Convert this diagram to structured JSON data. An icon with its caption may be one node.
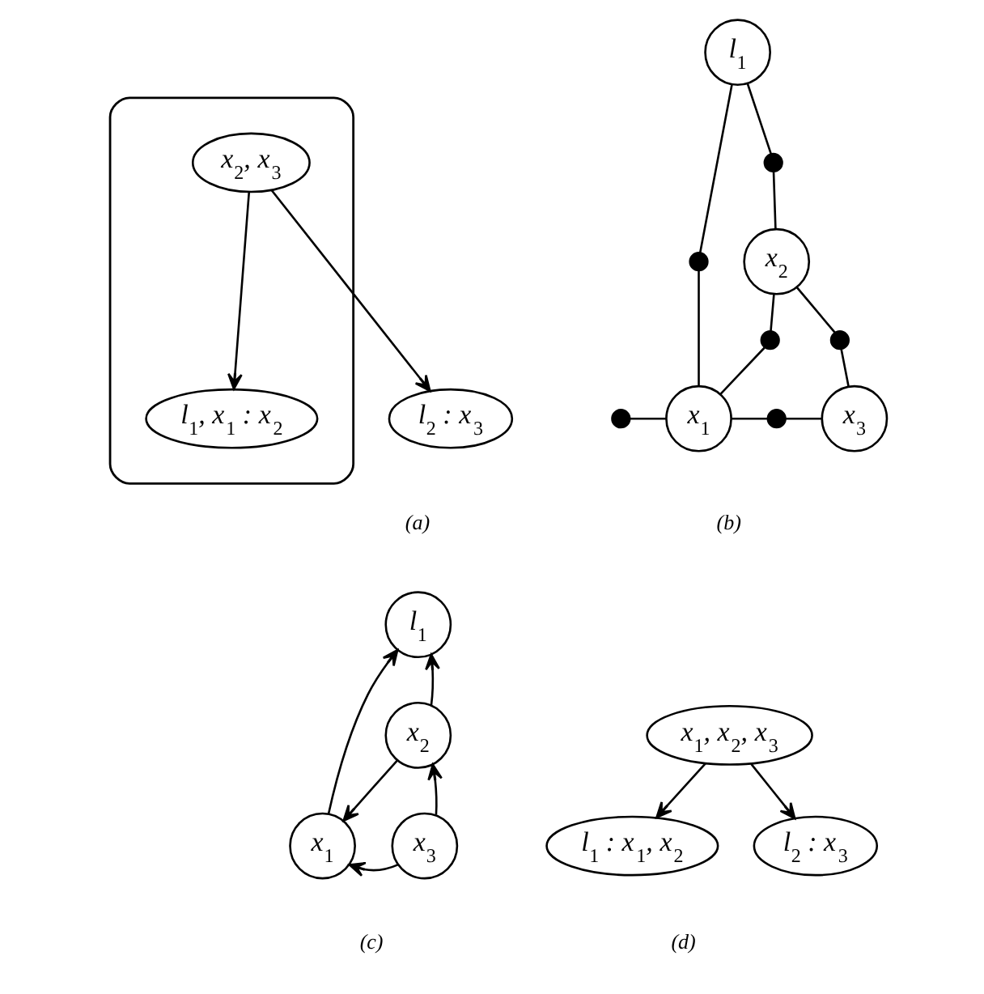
{
  "diagram": {
    "nodes": [
      {
        "text": [],
        "shape": "ellipse"
      },
      {
        "text": [
          "x$_{2}$, x$_{3}$"
        ],
        "in": 0
      },
      {
        "text": [
          "l$_{1}$, x$_{1}$ : x$_{2}$"
        ],
        "in": 0
      },
      {
        "text": [
          "l$_{2}$ : x$_{3}$"
        ]
      },
      {
        "text": [
          "l$_{1}$"
        ]
      },
      {
        "text": [
          "x$_{2}$"
        ]
      },
      {
        "text": [
          "x$_{1}$"
        ]
      },
      {
        "text": [
          "x$_{3}$"
        ]
      },
      {
        "text": [],
        "shape": "dot"
      },
      {
        "text": [],
        "shape": "dot"
      },
      {
        "text": [],
        "shape": "dot"
      },
      {
        "text": [],
        "shape": "dot"
      },
      {
        "text": [],
        "shape": "dot"
      },
      {
        "text": [],
        "shape": "dot"
      },
      {
        "text": [
          "l$_{1}$"
        ]
      },
      {
        "text": [
          "x$_{2}$"
        ]
      },
      {
        "text": [
          "x$_{1}$"
        ]
      },
      {
        "text": [
          "x$_{3}$"
        ]
      },
      {
        "text": [
          "x$_{1}$, x$_{2}$, x$_{3}$"
        ]
      },
      {
        "text": [
          "l$_{1}$ : x$_{1}$, x$_{2}$"
        ]
      },
      {
        "text": [
          "l$_{2}$ : x$_{3}$"
        ]
      }
    ],
    "edges": [
      {
        "from": 1,
        "to": 2,
        "arrow": "to"
      },
      {
        "from": 1,
        "to": 3,
        "arrow": "to"
      },
      {
        "from": 4,
        "to": 8,
        "arrow": "none"
      },
      {
        "from": 8,
        "to": 5,
        "arrow": "none"
      },
      {
        "from": 4,
        "to": 9,
        "arrow": "none"
      },
      {
        "from": 9,
        "to": 6,
        "arrow": "none"
      },
      {
        "from": 5,
        "to": 10,
        "arrow": "none"
      },
      {
        "from": 10,
        "to": 6,
        "arrow": "none"
      },
      {
        "from": 5,
        "to": 11,
        "arrow": "none"
      },
      {
        "from": 11,
        "to": 7,
        "arrow": "none"
      },
      {
        "from": 12,
        "to": 6,
        "arrow": "none"
      },
      {
        "from": 6,
        "to": 13,
        "arrow": "none"
      },
      {
        "from": 13,
        "to": 7,
        "arrow": "none"
      },
      {
        "from": 16,
        "to": 14,
        "arrow": "to"
      },
      {
        "from": 15,
        "to": 14,
        "arrow": "to"
      },
      {
        "from": 15,
        "to": 16,
        "arrow": "to"
      },
      {
        "from": 17,
        "to": 15,
        "arrow": "to"
      },
      {
        "from": 17,
        "to": 16,
        "arrow": "to"
      },
      {
        "from": 18,
        "to": 19,
        "arrow": "to"
      },
      {
        "from": 18,
        "to": 20,
        "arrow": "to"
      }
    ],
    "labels": [
      "(a)",
      "(b)",
      "(c)",
      "(d)"
    ]
  }
}
